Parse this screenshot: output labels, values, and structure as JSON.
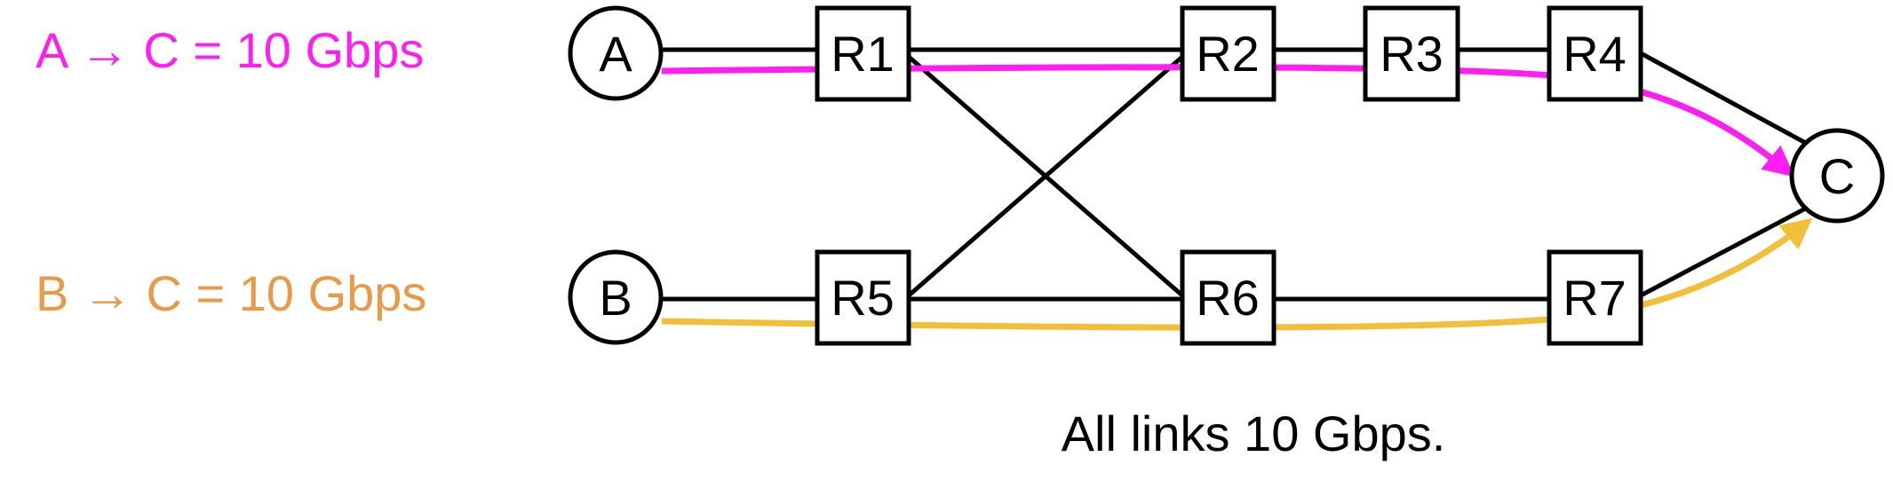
{
  "flows": [
    {
      "label": "A → C = 10 Gbps",
      "color": "#ff1ef2"
    },
    {
      "label": "B → C = 10 Gbps",
      "color": "#e89a48"
    }
  ],
  "path_colors": {
    "a_to_c": "#ff1ef2",
    "b_to_c": "#f2c038"
  },
  "nodes": {
    "hosts": [
      "A",
      "B",
      "C"
    ],
    "routers": [
      "R1",
      "R2",
      "R3",
      "R4",
      "R5",
      "R6",
      "R7"
    ]
  },
  "links": [
    [
      "A",
      "R1"
    ],
    [
      "R1",
      "R2"
    ],
    [
      "R2",
      "R3"
    ],
    [
      "R3",
      "R4"
    ],
    [
      "R4",
      "C"
    ],
    [
      "R1",
      "R6"
    ],
    [
      "R5",
      "R2"
    ],
    [
      "B",
      "R5"
    ],
    [
      "R5",
      "R6"
    ],
    [
      "R6",
      "R7"
    ],
    [
      "R7",
      "C"
    ]
  ],
  "footnote": "All links 10 Gbps."
}
